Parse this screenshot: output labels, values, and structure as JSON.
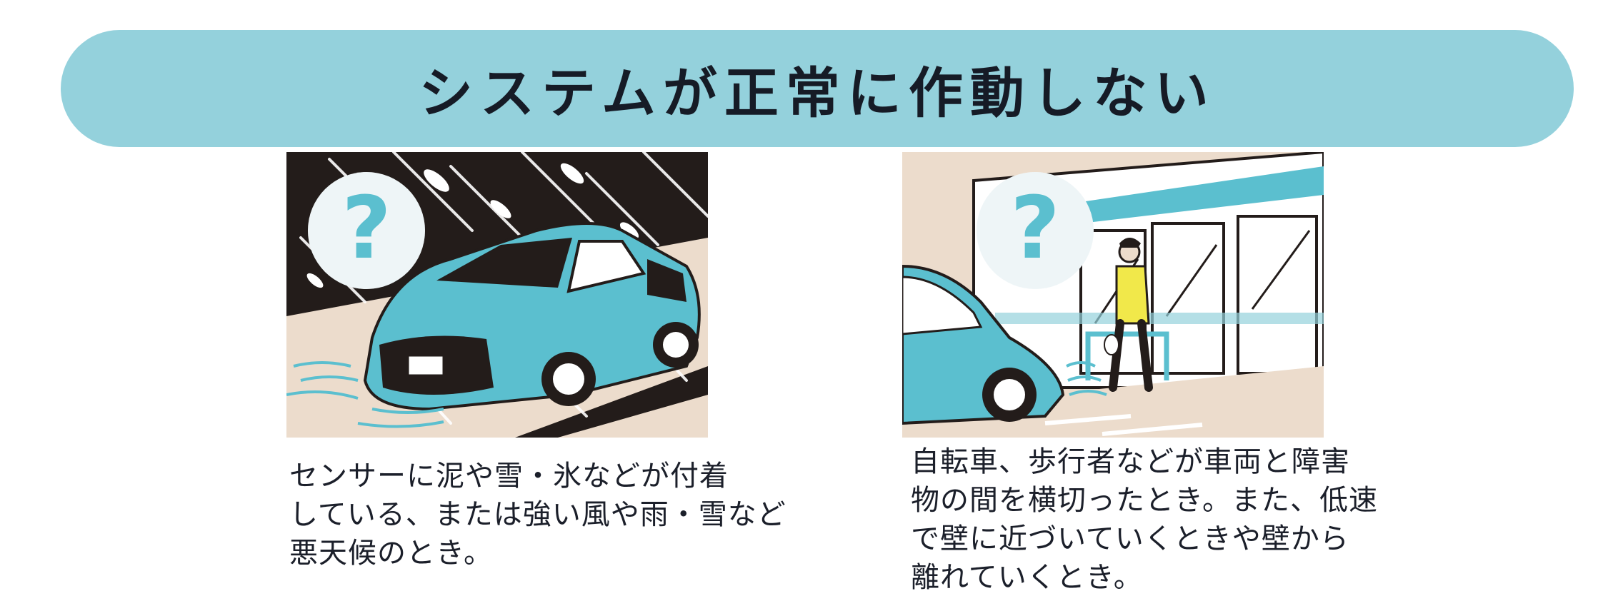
{
  "banner": {
    "title": "システムが正常に作動しない"
  },
  "panels": [
    {
      "caption_lines": [
        "センサーに泥や雪・氷などが付着",
        "している、または強い風や雨・雪など",
        "悪天候のとき。"
      ],
      "question_mark": "?"
    },
    {
      "caption_lines": [
        "自転車、歩行者などが車両と障害",
        "物の間を横切ったとき。また、低速",
        "で壁に近づいていくときや壁から",
        "離れていくとき。"
      ],
      "question_mark": "?"
    }
  ],
  "colors": {
    "banner_bg": "#94d1dc",
    "car_teal": "#5bbfcf",
    "beige": "#ecdccc",
    "dark": "#231c1a",
    "jacket_yellow": "#f1e84a"
  }
}
